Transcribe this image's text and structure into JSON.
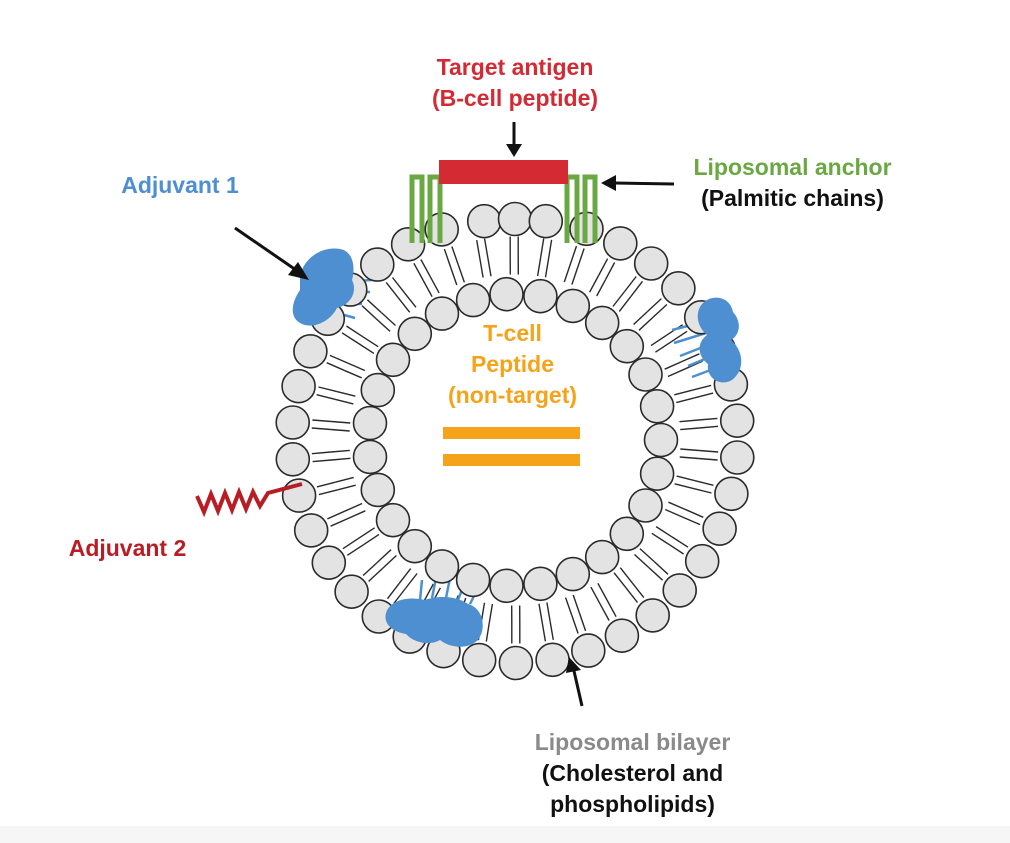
{
  "labels": {
    "target_antigen": {
      "line1": "Target antigen",
      "line2": "(B-cell peptide)"
    },
    "liposomal_anchor": {
      "line1": "Liposomal anchor",
      "line2": "(Palmitic chains)"
    },
    "adjuvant1": "Adjuvant 1",
    "adjuvant2": "Adjuvant 2",
    "tcell_peptide": {
      "line1": "T-cell",
      "line2": "Peptide",
      "line3": "(non-target)"
    },
    "liposomal_bilayer": {
      "line1": "Liposomal bilayer",
      "line2": "(Cholesterol and",
      "line3": "phospholipids)"
    }
  },
  "colors": {
    "target_red": "#d42a33",
    "adjuvant2_red": "#b81c24",
    "anchor_green": "#6aa843",
    "adjuvant_blue": "#4d8fd0",
    "tcell_orange": "#f5a31a",
    "bilayer_gray": "#8a8a8a",
    "head_fill": "#e3e3e3",
    "outline": "#2a2a2a"
  }
}
